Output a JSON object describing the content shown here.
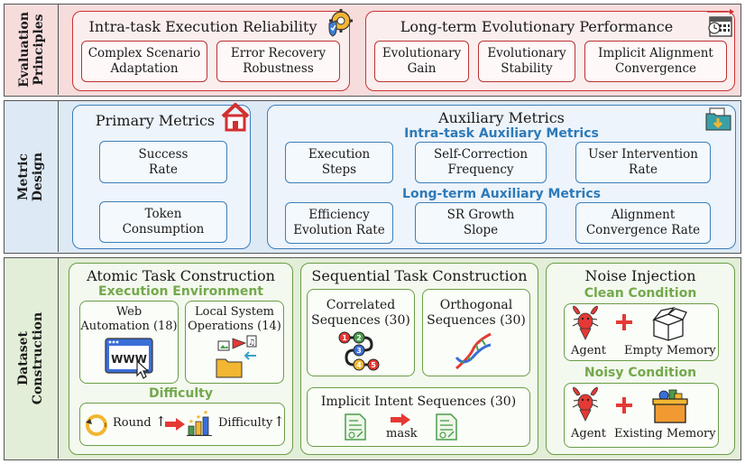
{
  "evaluation": {
    "side_label": "Evaluation\nPrinciples",
    "intra": {
      "title": "Intra-task Execution Reliability",
      "items": [
        "Complex Scenario\nAdaptation",
        "Error Recovery\nRobustness"
      ]
    },
    "longterm": {
      "title": "Long-term Evolutionary Performance",
      "items": [
        "Evolutionary\nGain",
        "Evolutionary\nStability",
        "Implicit Alignment\nConvergence"
      ]
    }
  },
  "metric": {
    "side_label": "Metric\nDesign",
    "primary": {
      "title": "Primary Metrics",
      "items": [
        "Success\nRate",
        "Token\nConsumption"
      ]
    },
    "auxiliary": {
      "title": "Auxiliary Metrics",
      "intra_title": "Intra-task Auxiliary Metrics",
      "intra_items": [
        "Execution\nSteps",
        "Self-Correction\nFrequency",
        "User Intervention\nRate"
      ],
      "long_title": "Long-term Auxiliary Metrics",
      "long_items": [
        "Efficiency\nEvolution Rate",
        "SR Growth\nSlope",
        "Alignment\nConvergence Rate"
      ]
    }
  },
  "dataset": {
    "side_label": "Dataset\nConstruction",
    "atomic": {
      "title": "Atomic Task Construction",
      "env_title": "Execution Environment",
      "env_items": [
        "Web\nAutomation (18)",
        "Local System\nOperations (14)"
      ],
      "www_text": "WWW",
      "difficulty_title": "Difficulty",
      "round_label": "Round",
      "difficulty_label": "Difficulty",
      "up_arrow": "↑"
    },
    "sequential": {
      "title": "Sequential Task Construction",
      "items": [
        "Correlated\nSequences (30)",
        "Orthogonal\nSequences (30)"
      ],
      "implicit_title": "Implicit Intent Sequences (30)",
      "mask_label": "mask",
      "chain_numbers": [
        "1",
        "2",
        "3",
        "4",
        "5"
      ]
    },
    "noise": {
      "title": "Noise Injection",
      "clean_title": "Clean Condition",
      "clean_labels": [
        "Agent",
        "Empty Memory"
      ],
      "noisy_title": "Noisy Condition",
      "noisy_labels": [
        "Agent",
        "Existing Memory"
      ]
    }
  },
  "colors": {
    "eval_band": "#f7dcdc",
    "metric_band": "#dde9f5",
    "data_band": "#e2eed7",
    "blue_sub": "#2e7ab8",
    "green_sub": "#74a84c",
    "red_arrow": "#e53935"
  },
  "icons": [
    "gear-shield-icon",
    "calendar-icon",
    "house-icon",
    "folder-download-icon",
    "browser-www-icon",
    "folder-media-icon",
    "round-cycle-icon",
    "bar-chart-stars-icon",
    "chain-icon",
    "dna-icon",
    "document-icon",
    "lobster-agent-icon",
    "open-box-icon",
    "full-box-icon",
    "plus-icon"
  ]
}
